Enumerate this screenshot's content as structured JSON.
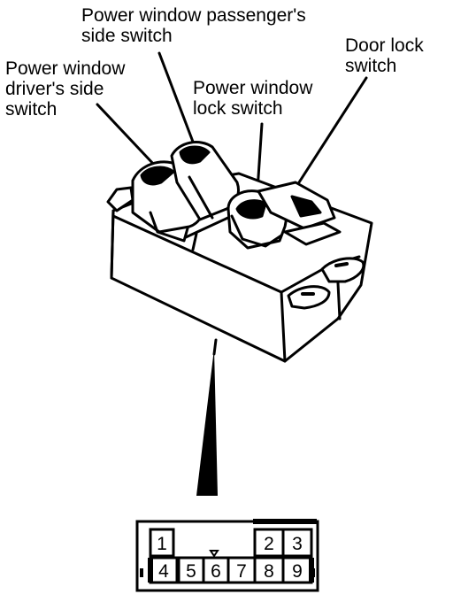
{
  "labels": {
    "passenger": "Power window passenger's\nside switch",
    "driver": "Power window\ndriver's side\nswitch",
    "lock": "Power window\nlock switch",
    "door": "Door lock\nswitch"
  },
  "connector": {
    "top_row": [
      "1",
      "2",
      "3"
    ],
    "bottom_row": [
      "4",
      "5",
      "6",
      "7",
      "8",
      "9"
    ]
  }
}
